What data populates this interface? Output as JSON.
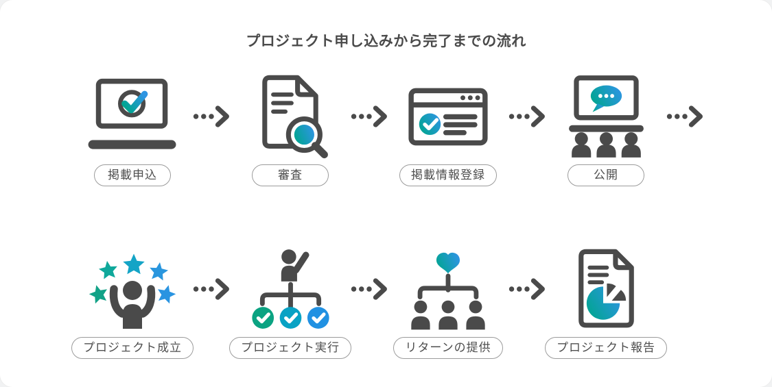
{
  "title": "プロジェクト申し込みから完了までの流れ",
  "colors": {
    "dark_gray": "#4a4a4a",
    "gradient_teal": "#00a590",
    "gradient_blue": "#2e95e2",
    "pill_border": "#9b9b9b",
    "pill_text": "#4e4e4e"
  },
  "rows": [
    {
      "steps": [
        {
          "label": "掲載申込",
          "icon": "laptop-check-icon"
        },
        {
          "label": "審査",
          "icon": "document-magnifier-icon"
        },
        {
          "label": "掲載情報登録",
          "icon": "browser-register-icon"
        },
        {
          "label": "公開",
          "icon": "screen-audience-icon"
        }
      ],
      "trailing_arrow": true
    },
    {
      "steps": [
        {
          "label": "プロジェクト成立",
          "icon": "cheering-person-stars-icon"
        },
        {
          "label": "プロジェクト実行",
          "icon": "org-chart-checks-icon"
        },
        {
          "label": "リターンの提供",
          "icon": "org-chart-heart-icon"
        },
        {
          "label": "プロジェクト報告",
          "icon": "report-piechart-icon"
        }
      ],
      "trailing_arrow": false
    }
  ]
}
